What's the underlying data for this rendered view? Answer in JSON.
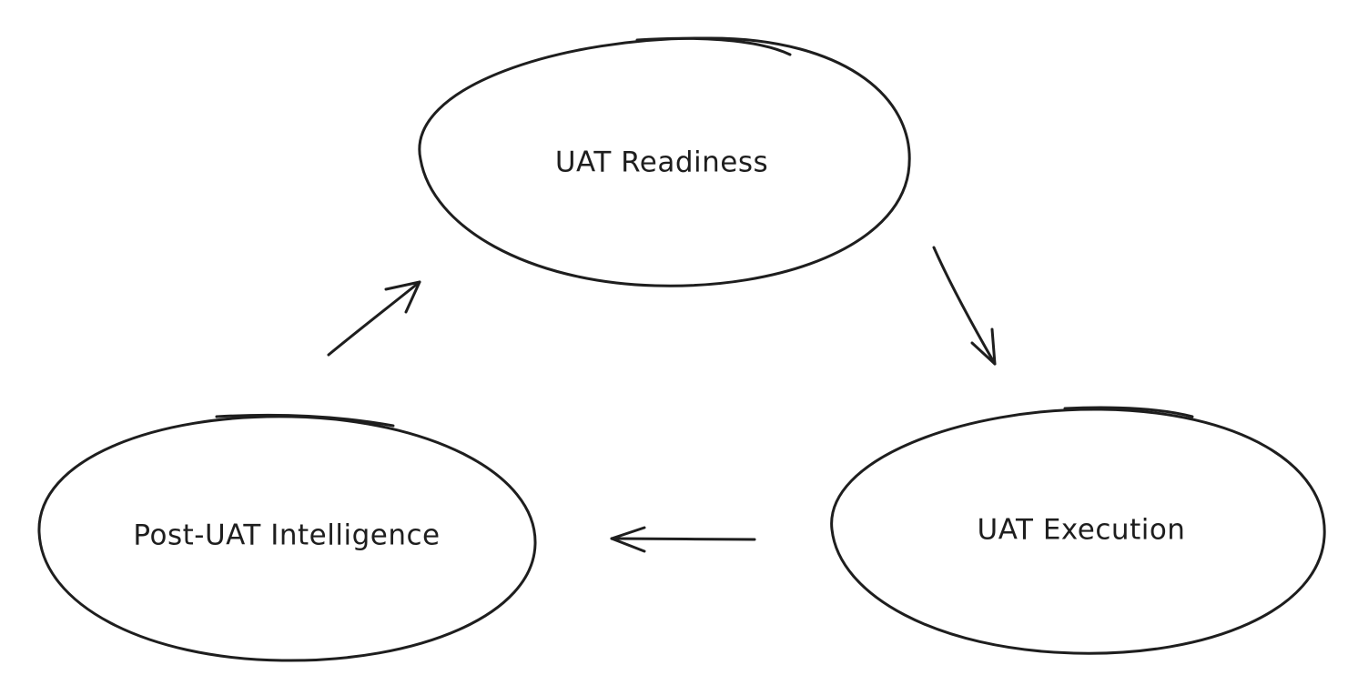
{
  "colors": {
    "stroke": "#1e1e1e",
    "text": "#1e1e1e",
    "background": "#ffffff"
  },
  "nodes": [
    {
      "id": "uat-readiness",
      "label": "UAT Readiness"
    },
    {
      "id": "uat-execution",
      "label": "UAT Execution"
    },
    {
      "id": "post-uat-intelligence",
      "label": "Post-UAT Intelligence"
    }
  ],
  "edges": [
    {
      "from": "uat-readiness",
      "to": "uat-execution"
    },
    {
      "from": "uat-execution",
      "to": "post-uat-intelligence"
    },
    {
      "from": "post-uat-intelligence",
      "to": "uat-readiness"
    }
  ]
}
